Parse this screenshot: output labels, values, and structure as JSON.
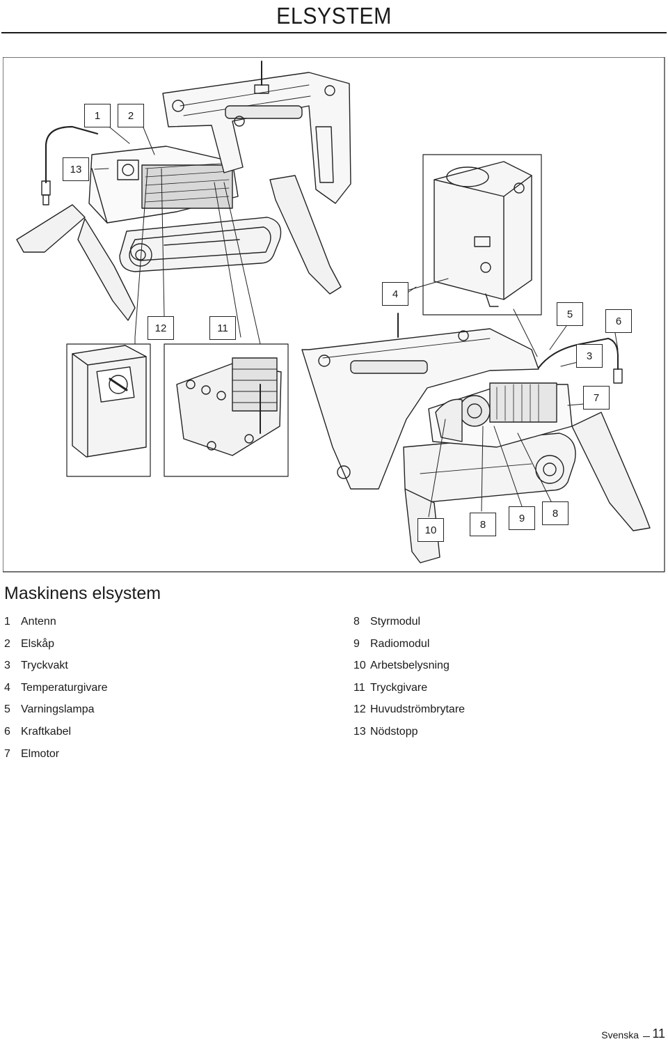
{
  "header": {
    "title": "ELSYSTEM"
  },
  "callouts": {
    "c1": "1",
    "c2": "2",
    "c3": "3",
    "c4": "4",
    "c5": "5",
    "c6": "6",
    "c7": "7",
    "c8a": "8",
    "c8b": "8",
    "c9": "9",
    "c10": "10",
    "c11": "11",
    "c12": "12",
    "c13": "13"
  },
  "section": {
    "title": "Maskinens elsystem"
  },
  "legend": {
    "col1": [
      {
        "num": "1",
        "label": "Antenn"
      },
      {
        "num": "2",
        "label": "Elskåp"
      },
      {
        "num": "3",
        "label": "Tryckvakt"
      },
      {
        "num": "4",
        "label": "Temperaturgivare"
      },
      {
        "num": "5",
        "label": "Varningslampa"
      },
      {
        "num": "6",
        "label": "Kraftkabel"
      },
      {
        "num": "7",
        "label": "Elmotor"
      }
    ],
    "col2": [
      {
        "num": "8",
        "label": "Styrmodul"
      },
      {
        "num": "9",
        "label": "Radiomodul"
      },
      {
        "num": "10",
        "label": "Arbetsbelysning"
      },
      {
        "num": "11",
        "label": "Tryckgivare"
      },
      {
        "num": "12",
        "label": "Huvudströmbrytare"
      },
      {
        "num": "13",
        "label": "Nödstopp"
      }
    ]
  },
  "footer": {
    "language": "Svenska",
    "page": "11"
  }
}
